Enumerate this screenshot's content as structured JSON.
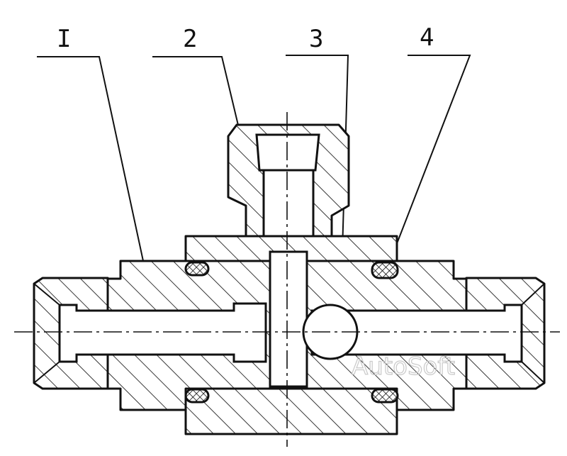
{
  "callouts": [
    {
      "id": "1",
      "label": "I"
    },
    {
      "id": "2",
      "label": "2"
    },
    {
      "id": "3",
      "label": "3"
    },
    {
      "id": "4",
      "label": "4"
    }
  ],
  "watermark": "AutoSoft"
}
